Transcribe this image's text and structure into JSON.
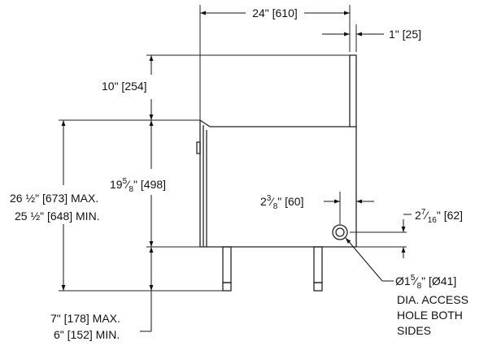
{
  "drawing": {
    "dim_width": "24\" [610]",
    "dim_backsplash_thk": "1\" [25]",
    "dim_backsplash_h": "10\" [254]",
    "dim_body_h": {
      "whole": "19",
      "num": "5",
      "den": "8",
      "rest": "\" [498]"
    },
    "dim_overall_max": "26 ½\" [673] MAX.",
    "dim_overall_min": "25 ½\" [648] MIN.",
    "dim_leg_max": "7\" [178] MAX.",
    "dim_leg_min": "6\" [152] MIN.",
    "dim_hole_x": {
      "whole": "2",
      "num": "3",
      "den": "8",
      "rest": "\" [60]"
    },
    "dim_hole_y": {
      "whole": "2",
      "num": "7",
      "den": "16",
      "rest": "\" [62]"
    },
    "dim_hole_dia": {
      "prefix": "Ø1",
      "num": "5",
      "den": "8",
      "rest": "\" [Ø41]"
    },
    "note_line1": "DIA. ACCESS",
    "note_line2": "HOLE BOTH",
    "note_line3": "SIDES"
  }
}
